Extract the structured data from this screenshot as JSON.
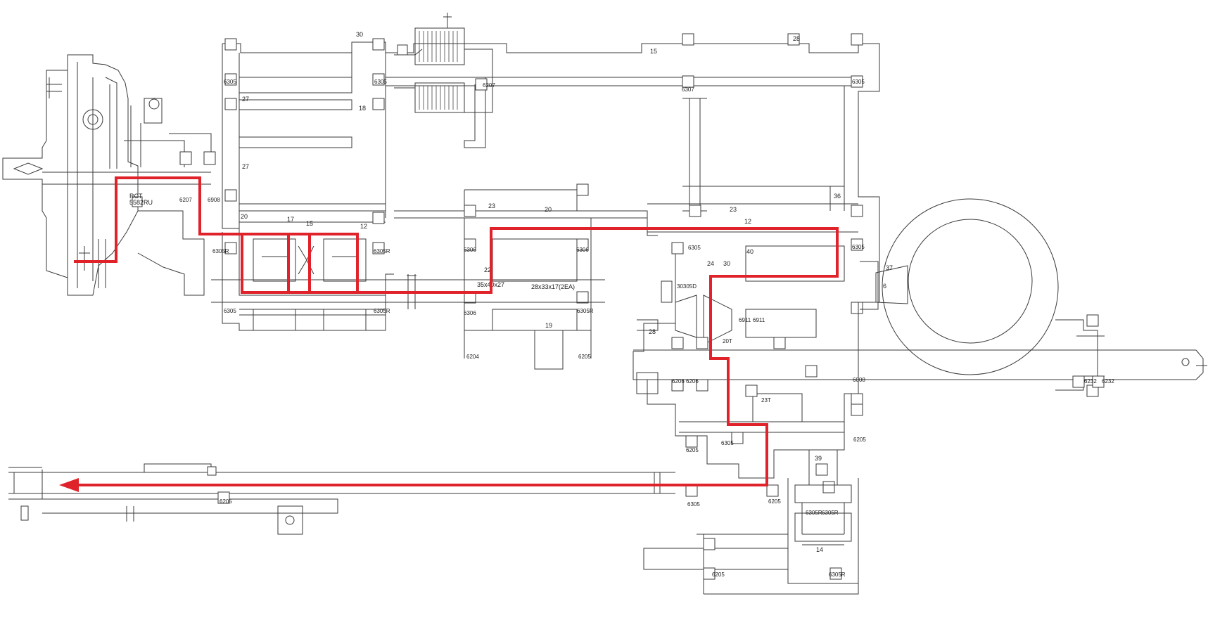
{
  "diagram": {
    "colors": {
      "line": "#3a3a3a",
      "flow": "#e0232b",
      "background": "#ffffff"
    },
    "labels": {
      "l30": "30",
      "l28a": "28",
      "l15a": "15",
      "l6305a": "6305",
      "l6305b": "6305",
      "l6207": "6207",
      "l6305c": "6305",
      "l6307": "6307",
      "l27a": "27",
      "l18": "18",
      "l27b": "27",
      "l6207b": "6207",
      "l6908": "6908",
      "lRCT": "RCT",
      "l5582RU": "5582RU",
      "l20a": "20",
      "l17a": "17",
      "l15b": "15",
      "l12a": "12",
      "l23a": "23",
      "l20b": "20",
      "l23b": "23",
      "l36": "36",
      "l12b": "12",
      "l6305R": "6305R",
      "l6305d": "6305",
      "l6305e": "6305",
      "l40": "40",
      "l6305f": "6305",
      "l6305g": "6305R",
      "l6306a": "6306",
      "l6306b": "6306",
      "l22": "22",
      "l35x40x27": "35x40x27",
      "l28x33x17": "28x33x17(2EA)",
      "l24": "24",
      "l30b": "30",
      "l30305D": "30305D",
      "l37": "37",
      "l6": "6",
      "l6305h": "6305",
      "l6305R2": "6305R",
      "l6306c": "6306",
      "l19": "19",
      "l6305R3": "6305R",
      "l28b": "28",
      "l20T": "20T",
      "l6911a": "6911",
      "l6911b": "6911",
      "l6204": "6204",
      "l6205a": "6205",
      "l6206a": "6206",
      "l6206b": "6206",
      "l6008": "6008",
      "l23T": "23T",
      "l6205b": "6205",
      "l6305i": "6305",
      "l6205c": "6205",
      "l39": "39",
      "l6305j": "6305",
      "l6205d": "6205",
      "l6305R4": "6305R",
      "l6305R5": "6305R",
      "l6205e": "6205",
      "l14": "14",
      "l6205f": "6205",
      "l6305R6": "6305R",
      "l6232a": "6232",
      "l6232b": "6232"
    }
  }
}
